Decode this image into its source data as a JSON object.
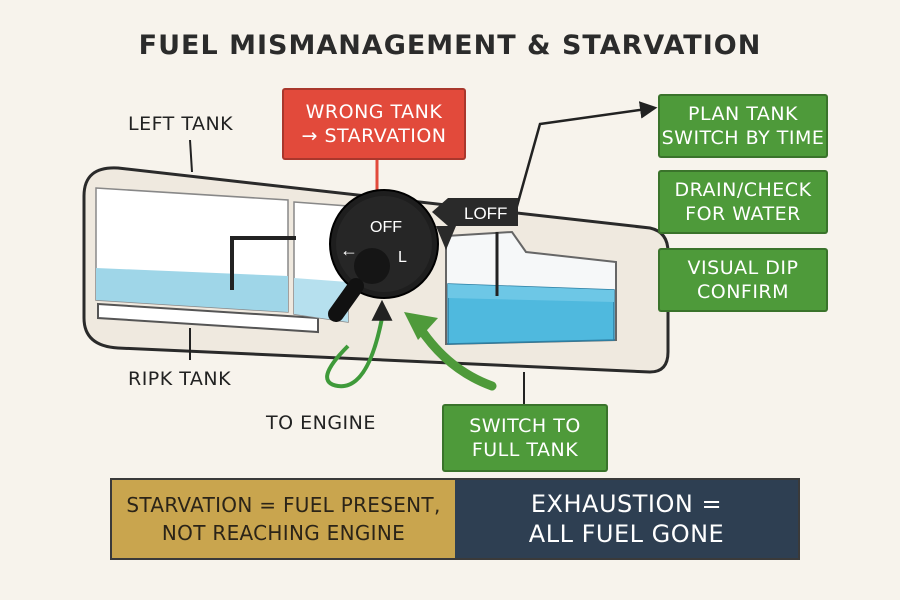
{
  "title": "FUEL MISMANAGEMENT & STARVATION",
  "labels": {
    "left_tank": "LEFT TANK",
    "ripk_tank": "RIPK TANK",
    "to_engine": "TO ENGINE"
  },
  "selector": {
    "off": "OFF",
    "left": "L",
    "arrow": "←",
    "loff": "LOFF"
  },
  "callouts": {
    "wrong_tank_line1": "WRONG TANK",
    "wrong_tank_line2": "→ STARVATION",
    "plan_line1": "PLAN TANK",
    "plan_line2": "SWITCH BY TIME",
    "drain_line1": "DRAIN/CHECK",
    "drain_line2": "FOR WATER",
    "dip_line1": "VISUAL DIP",
    "dip_line2": "CONFIRM",
    "switch_line1": "SWITCH TO",
    "switch_line2": "FULL TANK"
  },
  "bottom": {
    "starvation_line1": "STARVATION = FUEL PRESENT,",
    "starvation_line2": "NOT REACHING ENGINE",
    "exhaustion_line1": "EXHAUSTION =",
    "exhaustion_line2": "ALL FUEL GONE"
  },
  "colors": {
    "red": "#e24a3b",
    "green": "#4e9a3a",
    "gold": "#c9a54e",
    "navy": "#2e3f52",
    "fuel": "#4fb9de"
  },
  "icons": [
    "fuel-selector-knob-icon",
    "curved-arrow-icon",
    "leader-arrow-icon"
  ]
}
